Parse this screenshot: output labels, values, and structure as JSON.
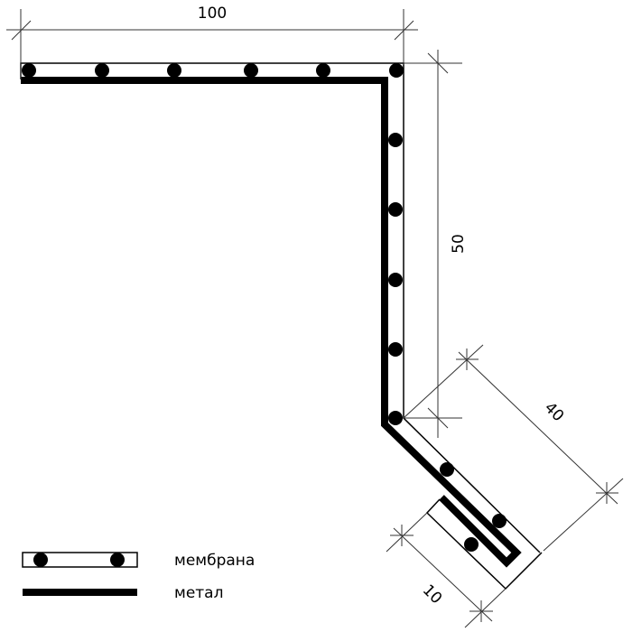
{
  "dimensions": {
    "top": "100",
    "vertical": "50",
    "diagonal": "40",
    "hook": "10"
  },
  "legend": {
    "membrane_label": "мембрана",
    "metal_label": "метал"
  },
  "colors": {
    "line": "#000000",
    "dimension_line": "#333333",
    "background": "#ffffff"
  }
}
